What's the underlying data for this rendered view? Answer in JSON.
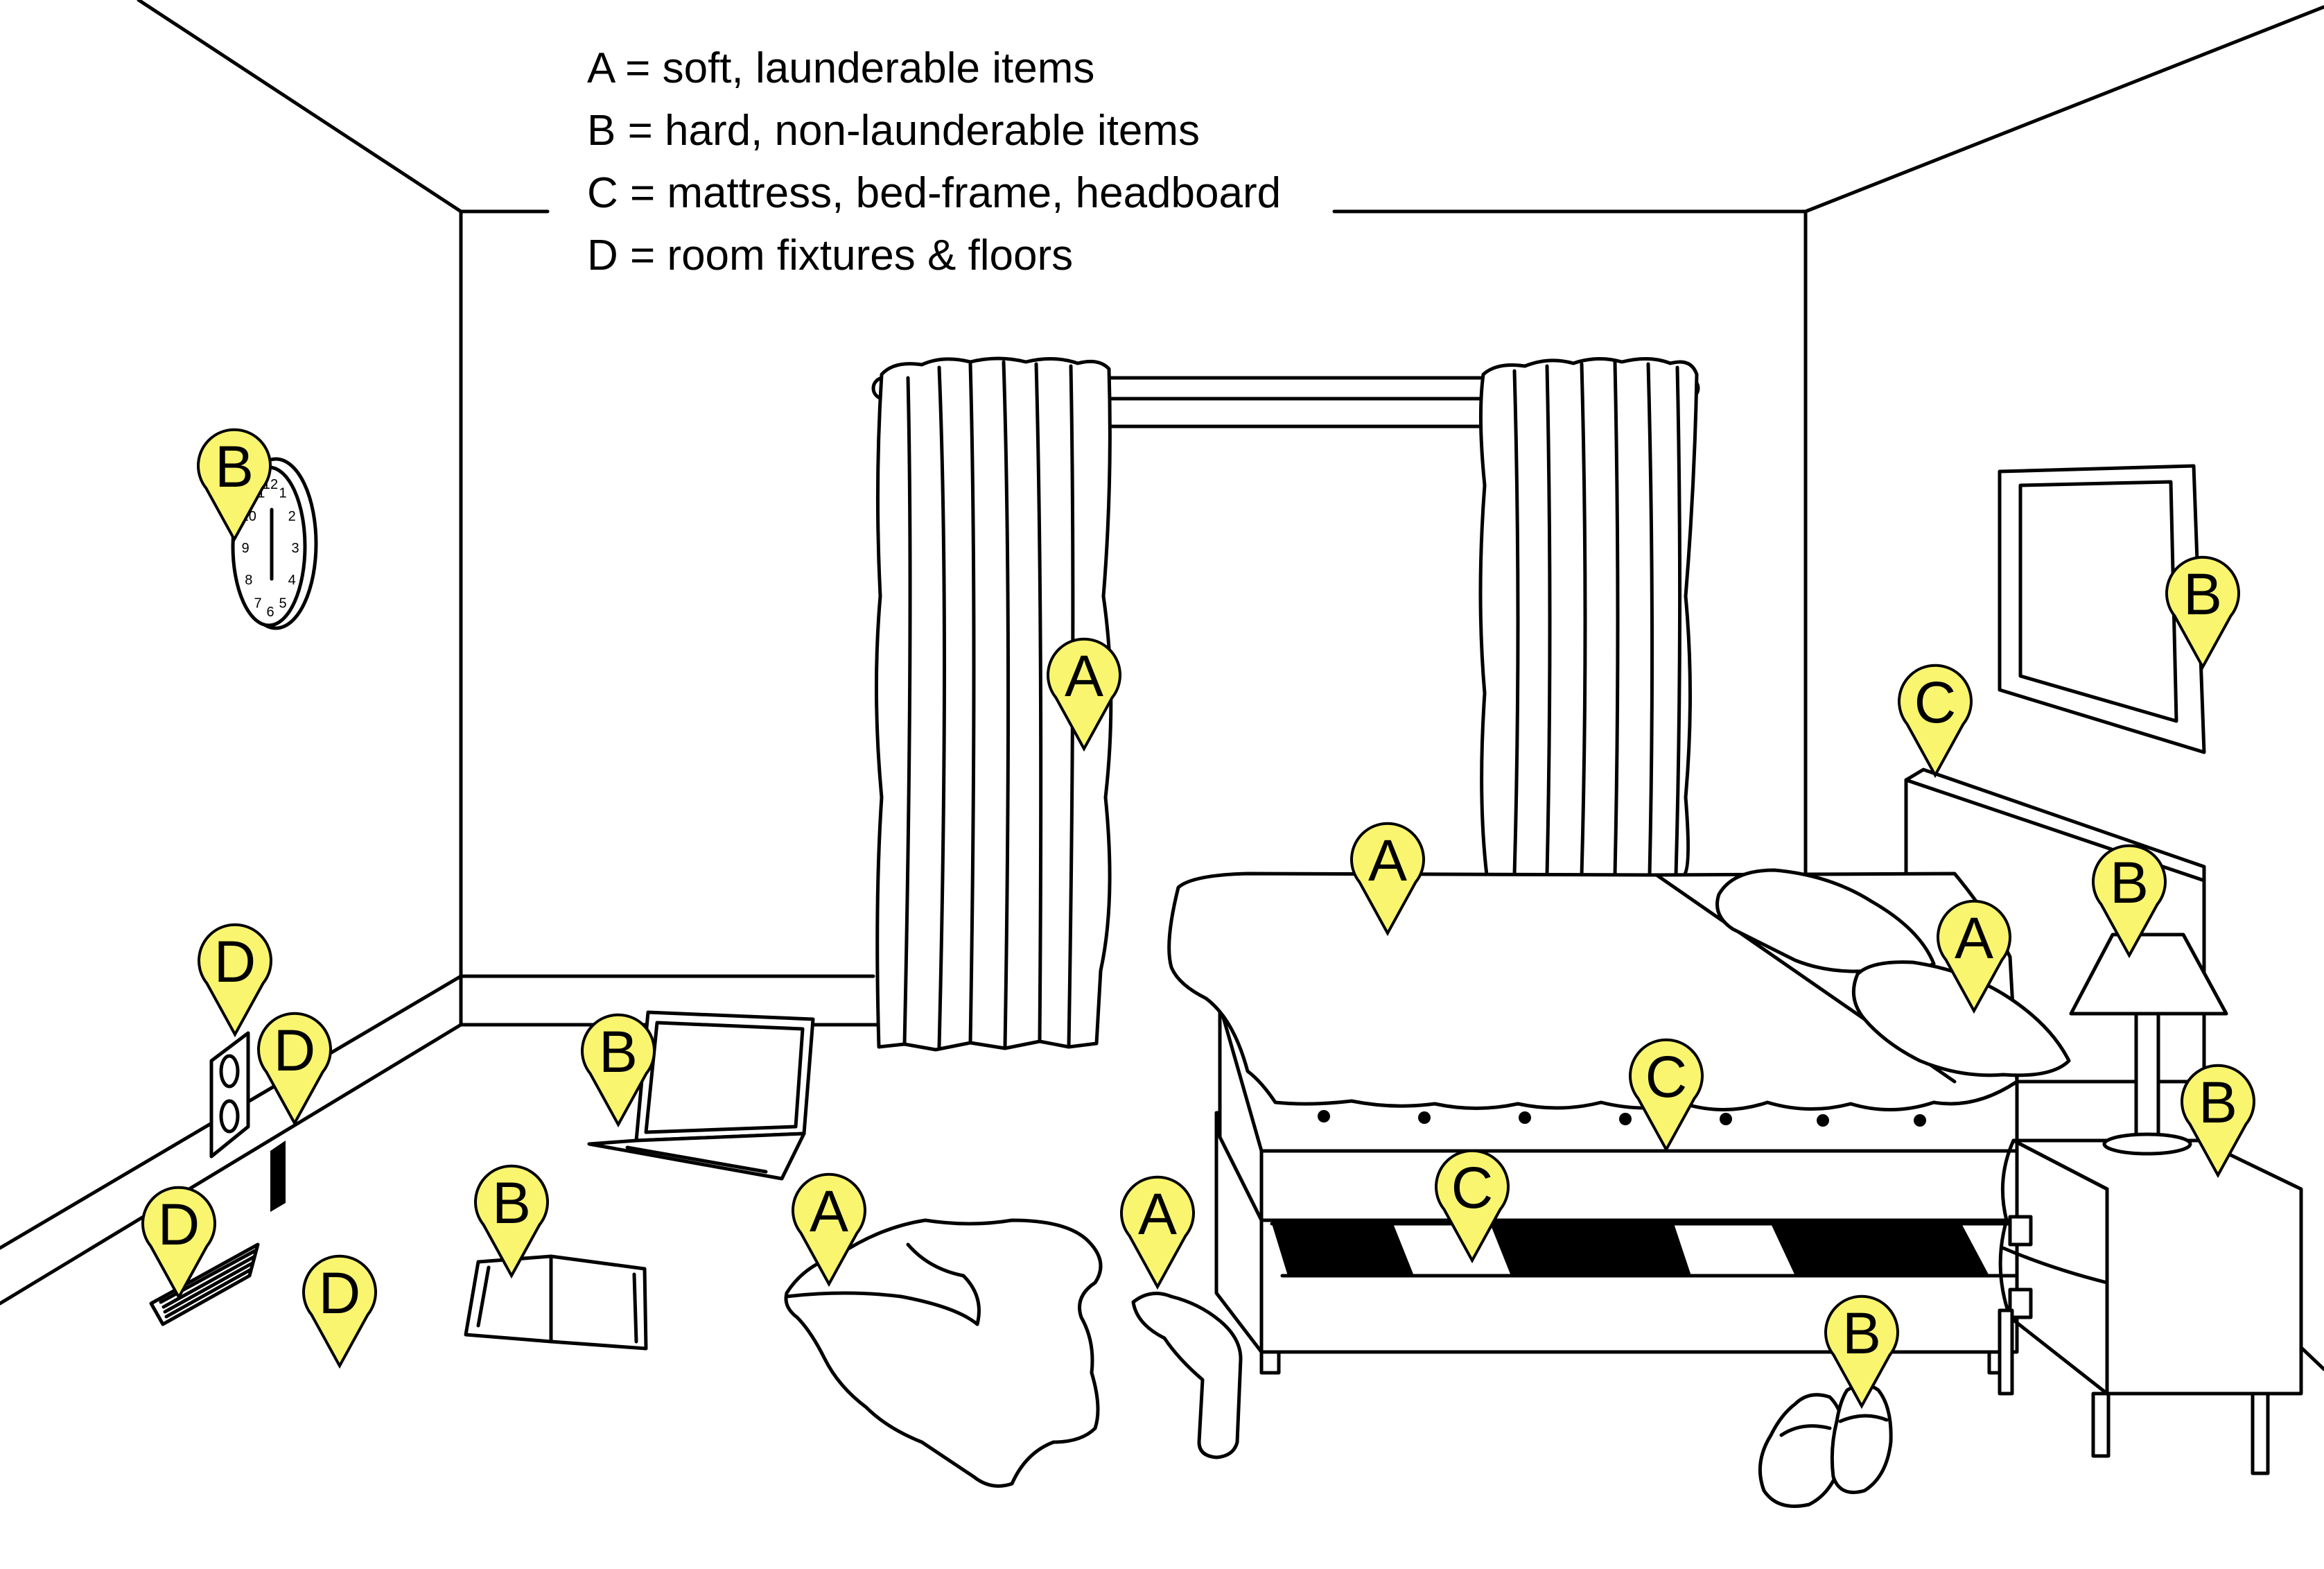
{
  "colors": {
    "marker_fill": "#F9F56E",
    "line": "#000000",
    "background": "#FFFFFF"
  },
  "legend": [
    {
      "key": "A",
      "text": "A = soft, launderable items"
    },
    {
      "key": "B",
      "text": "B = hard, non-launderable items"
    },
    {
      "key": "C",
      "text": "C = mattress, bed-frame, headboard"
    },
    {
      "key": "D",
      "text": "D = room fixtures & floors"
    }
  ],
  "markers": [
    {
      "label": "B",
      "item": "clock"
    },
    {
      "label": "A",
      "item": "curtains"
    },
    {
      "label": "B",
      "item": "wall-picture"
    },
    {
      "label": "C",
      "item": "headboard"
    },
    {
      "label": "A",
      "item": "bedsheet"
    },
    {
      "label": "B",
      "item": "lamp"
    },
    {
      "label": "A",
      "item": "pillows"
    },
    {
      "label": "B",
      "item": "nightstand"
    },
    {
      "label": "C",
      "item": "mattress"
    },
    {
      "label": "C",
      "item": "bed-frame"
    },
    {
      "label": "B",
      "item": "slippers"
    },
    {
      "label": "D",
      "item": "wall-outlet"
    },
    {
      "label": "D",
      "item": "baseboard-crack"
    },
    {
      "label": "D",
      "item": "floor-vent"
    },
    {
      "label": "D",
      "item": "floor"
    },
    {
      "label": "B",
      "item": "laptop"
    },
    {
      "label": "B",
      "item": "book"
    },
    {
      "label": "A",
      "item": "clothes"
    },
    {
      "label": "A",
      "item": "sock"
    }
  ],
  "clock_numbers": [
    "12",
    "1",
    "2",
    "3",
    "4",
    "5",
    "6",
    "7",
    "8",
    "9",
    "10",
    "11"
  ]
}
